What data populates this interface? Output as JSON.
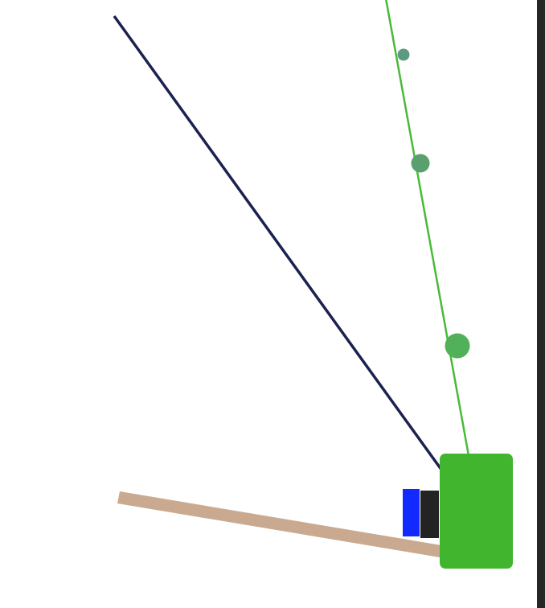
{
  "colors": {
    "background": "#ffffff",
    "edge_bar": "#262626",
    "dark_line": "#1b2150",
    "green_line": "#4ab93a",
    "ground_bar": "#c9aa90",
    "player_body": "#41b52e",
    "wheel_blue": "#1229ff",
    "wheel_dark": "#232323",
    "dot_small": "#5d9a82",
    "dot_medium": "#5a9f6e",
    "dot_large": "#53b05a"
  },
  "icons": {
    "player": "green-block",
    "wheels": "blue-and-dark-blocks",
    "markers": "circle-dots"
  }
}
